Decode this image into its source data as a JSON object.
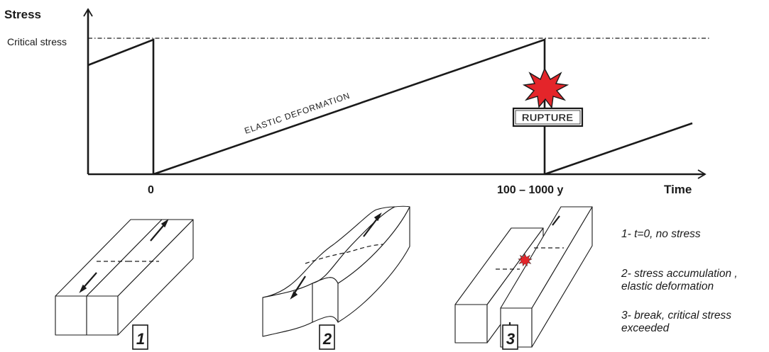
{
  "chart": {
    "y_axis_label": "Stress",
    "x_axis_label": "Time",
    "critical_label": "Critical stress",
    "x_tick_zero": "0",
    "x_tick_recurrence": "100 – 1000 y",
    "elastic_label": "ELASTIC DEFORMATION",
    "rupture_label": "RUPTURE",
    "rupture_color": "#e4252a"
  },
  "blocks": [
    {
      "number": "1"
    },
    {
      "number": "2"
    },
    {
      "number": "3"
    }
  ],
  "legend": [
    {
      "text": "1- t=0, no stress"
    },
    {
      "text": "2- stress accumulation ,\nelastic deformation"
    },
    {
      "text": "3- break, critical stress\nexceeded"
    }
  ]
}
